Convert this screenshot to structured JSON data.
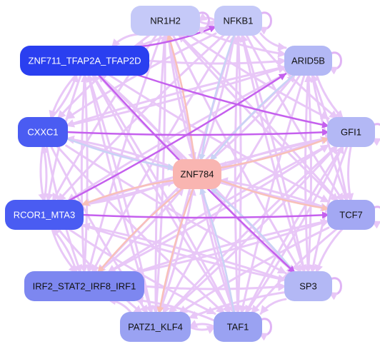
{
  "colors": {
    "edge_default": "#e8c7f7",
    "edge_strong": "#c560ee",
    "edge_blue": "#c9d3f5",
    "edge_salmon": "#f8c0b8",
    "self_loop": "#e0b4f5"
  },
  "nodes": [
    {
      "id": "NR1H2",
      "label": "NR1H2",
      "fill": "#c5c9f8",
      "text": "#111111"
    },
    {
      "id": "NFKB1",
      "label": "NFKB1",
      "fill": "#c5c9f8",
      "text": "#111111"
    },
    {
      "id": "ZNF711",
      "label": "ZNF711_TFAP2A_TFAP2D",
      "fill": "#2a3ff0",
      "text": "#ffffff"
    },
    {
      "id": "ARID5B",
      "label": "ARID5B",
      "fill": "#b3b8f5",
      "text": "#111111"
    },
    {
      "id": "CXXC1",
      "label": "CXXC1",
      "fill": "#4a5cf2",
      "text": "#ffffff"
    },
    {
      "id": "GFI1",
      "label": "GFI1",
      "fill": "#b3b8f5",
      "text": "#111111"
    },
    {
      "id": "ZNF784",
      "label": "ZNF784",
      "fill": "#f9b5b1",
      "text": "#111111"
    },
    {
      "id": "RCOR1",
      "label": "RCOR1_MTA3",
      "fill": "#4a5cf2",
      "text": "#ffffff"
    },
    {
      "id": "TCF7",
      "label": "TCF7",
      "fill": "#a3a8f3",
      "text": "#111111"
    },
    {
      "id": "IRF2",
      "label": "IRF2_STAT2_IRF8_IRF1",
      "fill": "#7d87f0",
      "text": "#111111"
    },
    {
      "id": "SP3",
      "label": "SP3",
      "fill": "#b3b8f5",
      "text": "#111111"
    },
    {
      "id": "PATZ1",
      "label": "PATZ1_KLF4",
      "fill": "#9aa2f2",
      "text": "#111111"
    },
    {
      "id": "TAF1",
      "label": "TAF1",
      "fill": "#9aa2f2",
      "text": "#111111"
    }
  ],
  "self_loops": [
    "NR1H2",
    "NFKB1",
    "ARID5B",
    "GFI1",
    "TCF7",
    "SP3",
    "TAF1"
  ],
  "edges": [
    {
      "s": "CXXC1",
      "t": "GFI1",
      "style": "strong"
    },
    {
      "s": "RCOR1",
      "t": "TCF7",
      "style": "strong"
    },
    {
      "s": "ZNF711",
      "t": "GFI1",
      "style": "strong"
    },
    {
      "s": "ZNF711",
      "t": "SP3",
      "style": "strong"
    },
    {
      "s": "ZNF711",
      "t": "NFKB1",
      "style": "strong"
    },
    {
      "s": "RCOR1",
      "t": "ARID5B",
      "style": "strong"
    },
    {
      "s": "IRF2",
      "t": "SP3",
      "style": "default"
    },
    {
      "s": "SP3",
      "t": "ZNF784",
      "style": "blue"
    },
    {
      "s": "TAF1",
      "t": "ZNF784",
      "style": "blue"
    },
    {
      "s": "ARID5B",
      "t": "ZNF784",
      "style": "blue"
    },
    {
      "s": "CXXC1",
      "t": "ZNF784",
      "style": "blue"
    },
    {
      "s": "NFKB1",
      "t": "ZNF784",
      "style": "blue"
    },
    {
      "s": "ZNF784",
      "t": "TCF7",
      "style": "salmon"
    },
    {
      "s": "ZNF784",
      "t": "GFI1",
      "style": "salmon"
    },
    {
      "s": "ZNF784",
      "t": "PATZ1",
      "style": "salmon"
    },
    {
      "s": "ZNF784",
      "t": "RCOR1",
      "style": "salmon"
    },
    {
      "s": "ZNF784",
      "t": "NR1H2",
      "style": "salmon"
    },
    {
      "s": "ZNF784",
      "t": "IRF2",
      "style": "salmon"
    },
    {
      "s": "NR1H2",
      "t": "NFKB1",
      "style": "default"
    },
    {
      "s": "NFKB1",
      "t": "NR1H2",
      "style": "default"
    },
    {
      "s": "NR1H2",
      "t": "ZNF711",
      "style": "default"
    },
    {
      "s": "NR1H2",
      "t": "ARID5B",
      "style": "default"
    },
    {
      "s": "NR1H2",
      "t": "GFI1",
      "style": "default"
    },
    {
      "s": "NR1H2",
      "t": "TCF7",
      "style": "default"
    },
    {
      "s": "NR1H2",
      "t": "SP3",
      "style": "default"
    },
    {
      "s": "NR1H2",
      "t": "TAF1",
      "style": "default"
    },
    {
      "s": "NR1H2",
      "t": "PATZ1",
      "style": "default"
    },
    {
      "s": "NR1H2",
      "t": "IRF2",
      "style": "default"
    },
    {
      "s": "NR1H2",
      "t": "RCOR1",
      "style": "default"
    },
    {
      "s": "NR1H2",
      "t": "CXXC1",
      "style": "default"
    },
    {
      "s": "NFKB1",
      "t": "ZNF711",
      "style": "default"
    },
    {
      "s": "NFKB1",
      "t": "ARID5B",
      "style": "default"
    },
    {
      "s": "NFKB1",
      "t": "GFI1",
      "style": "default"
    },
    {
      "s": "NFKB1",
      "t": "TCF7",
      "style": "default"
    },
    {
      "s": "NFKB1",
      "t": "SP3",
      "style": "default"
    },
    {
      "s": "NFKB1",
      "t": "TAF1",
      "style": "default"
    },
    {
      "s": "NFKB1",
      "t": "PATZ1",
      "style": "default"
    },
    {
      "s": "NFKB1",
      "t": "IRF2",
      "style": "default"
    },
    {
      "s": "NFKB1",
      "t": "RCOR1",
      "style": "default"
    },
    {
      "s": "NFKB1",
      "t": "CXXC1",
      "style": "default"
    },
    {
      "s": "ZNF711",
      "t": "ARID5B",
      "style": "default"
    },
    {
      "s": "ZNF711",
      "t": "TCF7",
      "style": "default"
    },
    {
      "s": "ZNF711",
      "t": "TAF1",
      "style": "default"
    },
    {
      "s": "ZNF711",
      "t": "PATZ1",
      "style": "default"
    },
    {
      "s": "ZNF711",
      "t": "IRF2",
      "style": "default"
    },
    {
      "s": "ZNF711",
      "t": "RCOR1",
      "style": "default"
    },
    {
      "s": "ZNF711",
      "t": "CXXC1",
      "style": "default"
    },
    {
      "s": "CXXC1",
      "t": "ZNF711",
      "style": "default"
    },
    {
      "s": "ARID5B",
      "t": "GFI1",
      "style": "default"
    },
    {
      "s": "ARID5B",
      "t": "TCF7",
      "style": "default"
    },
    {
      "s": "ARID5B",
      "t": "SP3",
      "style": "default"
    },
    {
      "s": "ARID5B",
      "t": "TAF1",
      "style": "default"
    },
    {
      "s": "ARID5B",
      "t": "PATZ1",
      "style": "default"
    },
    {
      "s": "ARID5B",
      "t": "IRF2",
      "style": "default"
    },
    {
      "s": "ARID5B",
      "t": "RCOR1",
      "style": "default"
    },
    {
      "s": "ARID5B",
      "t": "CXXC1",
      "style": "default"
    },
    {
      "s": "CXXC1",
      "t": "ARID5B",
      "style": "default"
    },
    {
      "s": "CXXC1",
      "t": "TCF7",
      "style": "default"
    },
    {
      "s": "CXXC1",
      "t": "SP3",
      "style": "default"
    },
    {
      "s": "CXXC1",
      "t": "TAF1",
      "style": "default"
    },
    {
      "s": "CXXC1",
      "t": "PATZ1",
      "style": "default"
    },
    {
      "s": "CXXC1",
      "t": "IRF2",
      "style": "default"
    },
    {
      "s": "CXXC1",
      "t": "RCOR1",
      "style": "default"
    },
    {
      "s": "RCOR1",
      "t": "CXXC1",
      "style": "default"
    },
    {
      "s": "GFI1",
      "t": "TCF7",
      "style": "default"
    },
    {
      "s": "GFI1",
      "t": "SP3",
      "style": "default"
    },
    {
      "s": "GFI1",
      "t": "TAF1",
      "style": "default"
    },
    {
      "s": "GFI1",
      "t": "PATZ1",
      "style": "default"
    },
    {
      "s": "GFI1",
      "t": "IRF2",
      "style": "default"
    },
    {
      "s": "GFI1",
      "t": "RCOR1",
      "style": "default"
    },
    {
      "s": "RCOR1",
      "t": "GFI1",
      "style": "default"
    },
    {
      "s": "RCOR1",
      "t": "SP3",
      "style": "default"
    },
    {
      "s": "RCOR1",
      "t": "TAF1",
      "style": "default"
    },
    {
      "s": "RCOR1",
      "t": "PATZ1",
      "style": "default"
    },
    {
      "s": "RCOR1",
      "t": "IRF2",
      "style": "default"
    },
    {
      "s": "IRF2",
      "t": "RCOR1",
      "style": "default"
    },
    {
      "s": "TCF7",
      "t": "SP3",
      "style": "default"
    },
    {
      "s": "TCF7",
      "t": "TAF1",
      "style": "default"
    },
    {
      "s": "TCF7",
      "t": "PATZ1",
      "style": "default"
    },
    {
      "s": "TCF7",
      "t": "IRF2",
      "style": "default"
    },
    {
      "s": "SP3",
      "t": "TAF1",
      "style": "default"
    },
    {
      "s": "SP3",
      "t": "PATZ1",
      "style": "default"
    },
    {
      "s": "SP3",
      "t": "RCOR1",
      "style": "default"
    },
    {
      "s": "TAF1",
      "t": "PATZ1",
      "style": "default"
    },
    {
      "s": "PATZ1",
      "t": "TAF1",
      "style": "default"
    },
    {
      "s": "TAF1",
      "t": "IRF2",
      "style": "default"
    },
    {
      "s": "PATZ1",
      "t": "IRF2",
      "style": "default"
    },
    {
      "s": "PATZ1",
      "t": "ZNF711",
      "style": "default"
    },
    {
      "s": "IRF2",
      "t": "ZNF711",
      "style": "default"
    },
    {
      "s": "SP3",
      "t": "ZNF711",
      "style": "default"
    },
    {
      "s": "TAF1",
      "t": "ZNF711",
      "style": "default"
    },
    {
      "s": "TAF1",
      "t": "NFKB1",
      "style": "default"
    },
    {
      "s": "SP3",
      "t": "NFKB1",
      "style": "default"
    },
    {
      "s": "PATZ1",
      "t": "NR1H2",
      "style": "default"
    },
    {
      "s": "TCF7",
      "t": "NR1H2",
      "style": "default"
    },
    {
      "s": "TCF7",
      "t": "ARID5B",
      "style": "default"
    },
    {
      "s": "SP3",
      "t": "ARID5B",
      "style": "default"
    },
    {
      "s": "IRF2",
      "t": "GFI1",
      "style": "default"
    },
    {
      "s": "IRF2",
      "t": "TCF7",
      "style": "default"
    },
    {
      "s": "PATZ1",
      "t": "GFI1",
      "style": "default"
    },
    {
      "s": "TAF1",
      "t": "GFI1",
      "style": "default"
    },
    {
      "s": "ZNF784",
      "t": "TAF1",
      "style": "default"
    },
    {
      "s": "ZNF784",
      "t": "SP3",
      "style": "default"
    },
    {
      "s": "ZNF784",
      "t": "ZNF711",
      "style": "default"
    },
    {
      "s": "ZNF784",
      "t": "CXXC1",
      "style": "default"
    },
    {
      "s": "ZNF784",
      "t": "ARID5B",
      "style": "default"
    },
    {
      "s": "ZNF784",
      "t": "NFKB1",
      "style": "default"
    },
    {
      "s": "GFI1",
      "t": "ZNF784",
      "style": "default"
    },
    {
      "s": "RCOR1",
      "t": "ZNF784",
      "style": "default"
    },
    {
      "s": "IRF2",
      "t": "ZNF784",
      "style": "default"
    },
    {
      "s": "PATZ1",
      "t": "ZNF784",
      "style": "default"
    },
    {
      "s": "NR1H2",
      "t": "ZNF784",
      "style": "default"
    },
    {
      "s": "ZNF711",
      "t": "ZNF784",
      "style": "default"
    },
    {
      "s": "TCF7",
      "t": "ZNF784",
      "style": "default"
    }
  ]
}
